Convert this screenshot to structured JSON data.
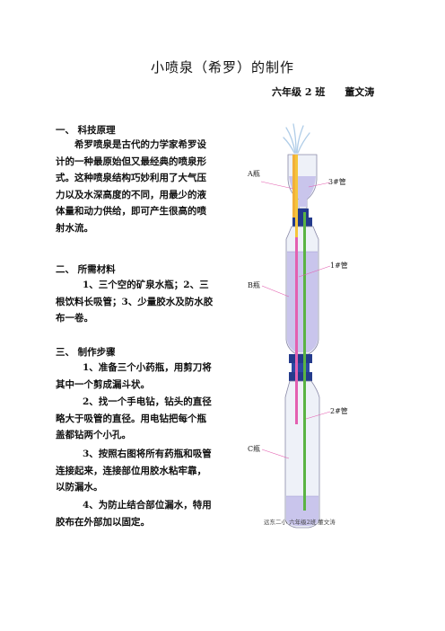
{
  "title": "小喷泉（希罗）的制作",
  "author": "六年级 2 班　　董文涛",
  "sections": {
    "principle_heading": "一、 科技原理",
    "principle_text": "希罗喷泉是古代的力学家希罗设计的一种最原始但又最经典的喷泉形式。这种喷泉结构巧妙利用了大气压力以及水深高度的不同，用最少的液体量和动力供给，即可产生很高的喷射水流。",
    "materials_heading": "二、 所需材料",
    "materials_text": "1、三个空的矿泉水瓶；2、三根饮料长吸管；3、少量胶水及防水胶布一卷。",
    "steps_heading": "三、 制作步骤",
    "step1": "1、准备三个小药瓶，用剪刀将其中一个剪成漏斗状。",
    "step2": "2、找一个手电钻，钻头的直径略大于吸管的直径。用电钻把每个瓶盖都钻两个小孔。",
    "step3": "3、按照右图将所有药瓶和吸管连接起来，连接部位用胶水粘牢靠，以防漏水。",
    "step4": "4、为防止结合部位漏水，特用胶布在外部加以固定。"
  },
  "diagram": {
    "label_bottle_a": "A瓶",
    "label_bottle_b": "B瓶",
    "label_bottle_c": "C瓶",
    "label_tube_3": "3#管",
    "label_tube_1": "1#管",
    "label_tube_2": "2#管",
    "credit": "远东二小 六年级2班 董文涛",
    "colors": {
      "water": "#c9c5ec",
      "bottle_outline": "#8a8aa8",
      "funnel_yellow": "#f2b03a",
      "cap_blue": "#243b8c",
      "tube_pink": "#e35fb0",
      "tube_green": "#5ab443",
      "tube_yellow": "#f5c53a",
      "spray": "#b0cde8"
    }
  }
}
